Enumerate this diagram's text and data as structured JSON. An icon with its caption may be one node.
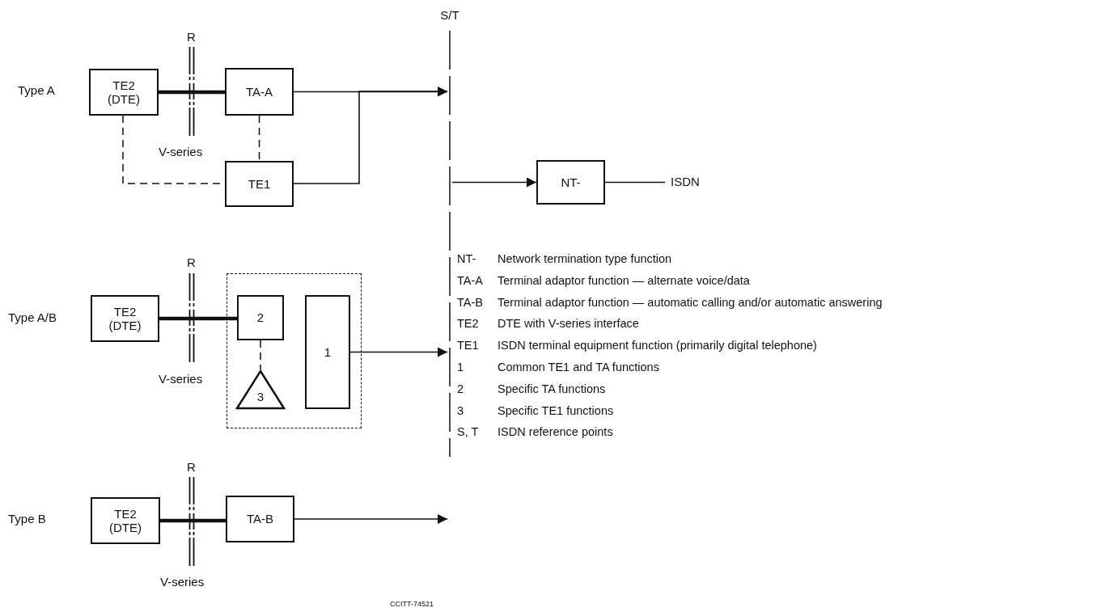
{
  "diagram": {
    "nodes": [
      {
        "text": [
          "TE2 (DTE)"
        ]
      },
      {
        "text": [
          "TA-A"
        ]
      },
      {
        "text": [
          "TE1"
        ]
      },
      {
        "text": [
          "S/T"
        ]
      },
      {
        "text": [
          "NT-"
        ]
      },
      {
        "text": [
          "ISDN"
        ]
      },
      {
        "text": [
          "TE2 (DTE)"
        ]
      },
      {
        "text": [],
        "shape": "box"
      },
      {
        "text": [
          "2"
        ],
        "in": 7
      },
      {
        "text": [
          "3"
        ],
        "in": 7
      },
      {
        "text": [
          "1"
        ],
        "in": 7
      },
      {
        "text": [
          "TE2 (DTE)"
        ]
      },
      {
        "text": [
          "TA-B"
        ]
      }
    ],
    "edges": [
      {
        "from": 0,
        "to": 1,
        "arrow": "none",
        "style": "thick"
      },
      {
        "from": 1,
        "to": 3,
        "arrow": "to"
      },
      {
        "from": 2,
        "to": 3,
        "arrow": "to"
      },
      {
        "from": 1,
        "to": 2,
        "arrow": "none",
        "style": "dashed"
      },
      {
        "from": 0,
        "to": 2,
        "arrow": "none",
        "style": "dashed"
      },
      {
        "from": 3,
        "to": 4,
        "arrow": "to"
      },
      {
        "from": 4,
        "to": 5,
        "arrow": "none"
      },
      {
        "from": 6,
        "to": 8,
        "arrow": "none",
        "style": "thick"
      },
      {
        "from": 8,
        "to": 9,
        "arrow": "none",
        "style": "dashed"
      },
      {
        "from": 10,
        "to": 3,
        "arrow": "to"
      },
      {
        "from": 11,
        "to": 12,
        "arrow": "none",
        "style": "thick"
      },
      {
        "from": 12,
        "to": 3,
        "arrow": "to"
      }
    ],
    "labels": [
      "R",
      "Type A",
      "V-series",
      "R",
      "Type A/B",
      "V-series",
      "R",
      "Type B",
      "V-series",
      "NT-",
      "Network termination type function",
      "TA-A",
      "Terminal adaptor function — alternate voice/data",
      "TA-B",
      "Terminal adaptor function — automatic calling and/or automatic answering",
      "TE2",
      "DTE with V-series interface",
      "TE1",
      "ISDN terminal equipment function (primarily digital telephone)",
      "1",
      "Common TE1 and TA functions",
      "2",
      "Specific TA functions",
      "3",
      "Specific TE1 functions",
      "S, T",
      "ISDN reference points",
      "CCITT-74521"
    ]
  }
}
